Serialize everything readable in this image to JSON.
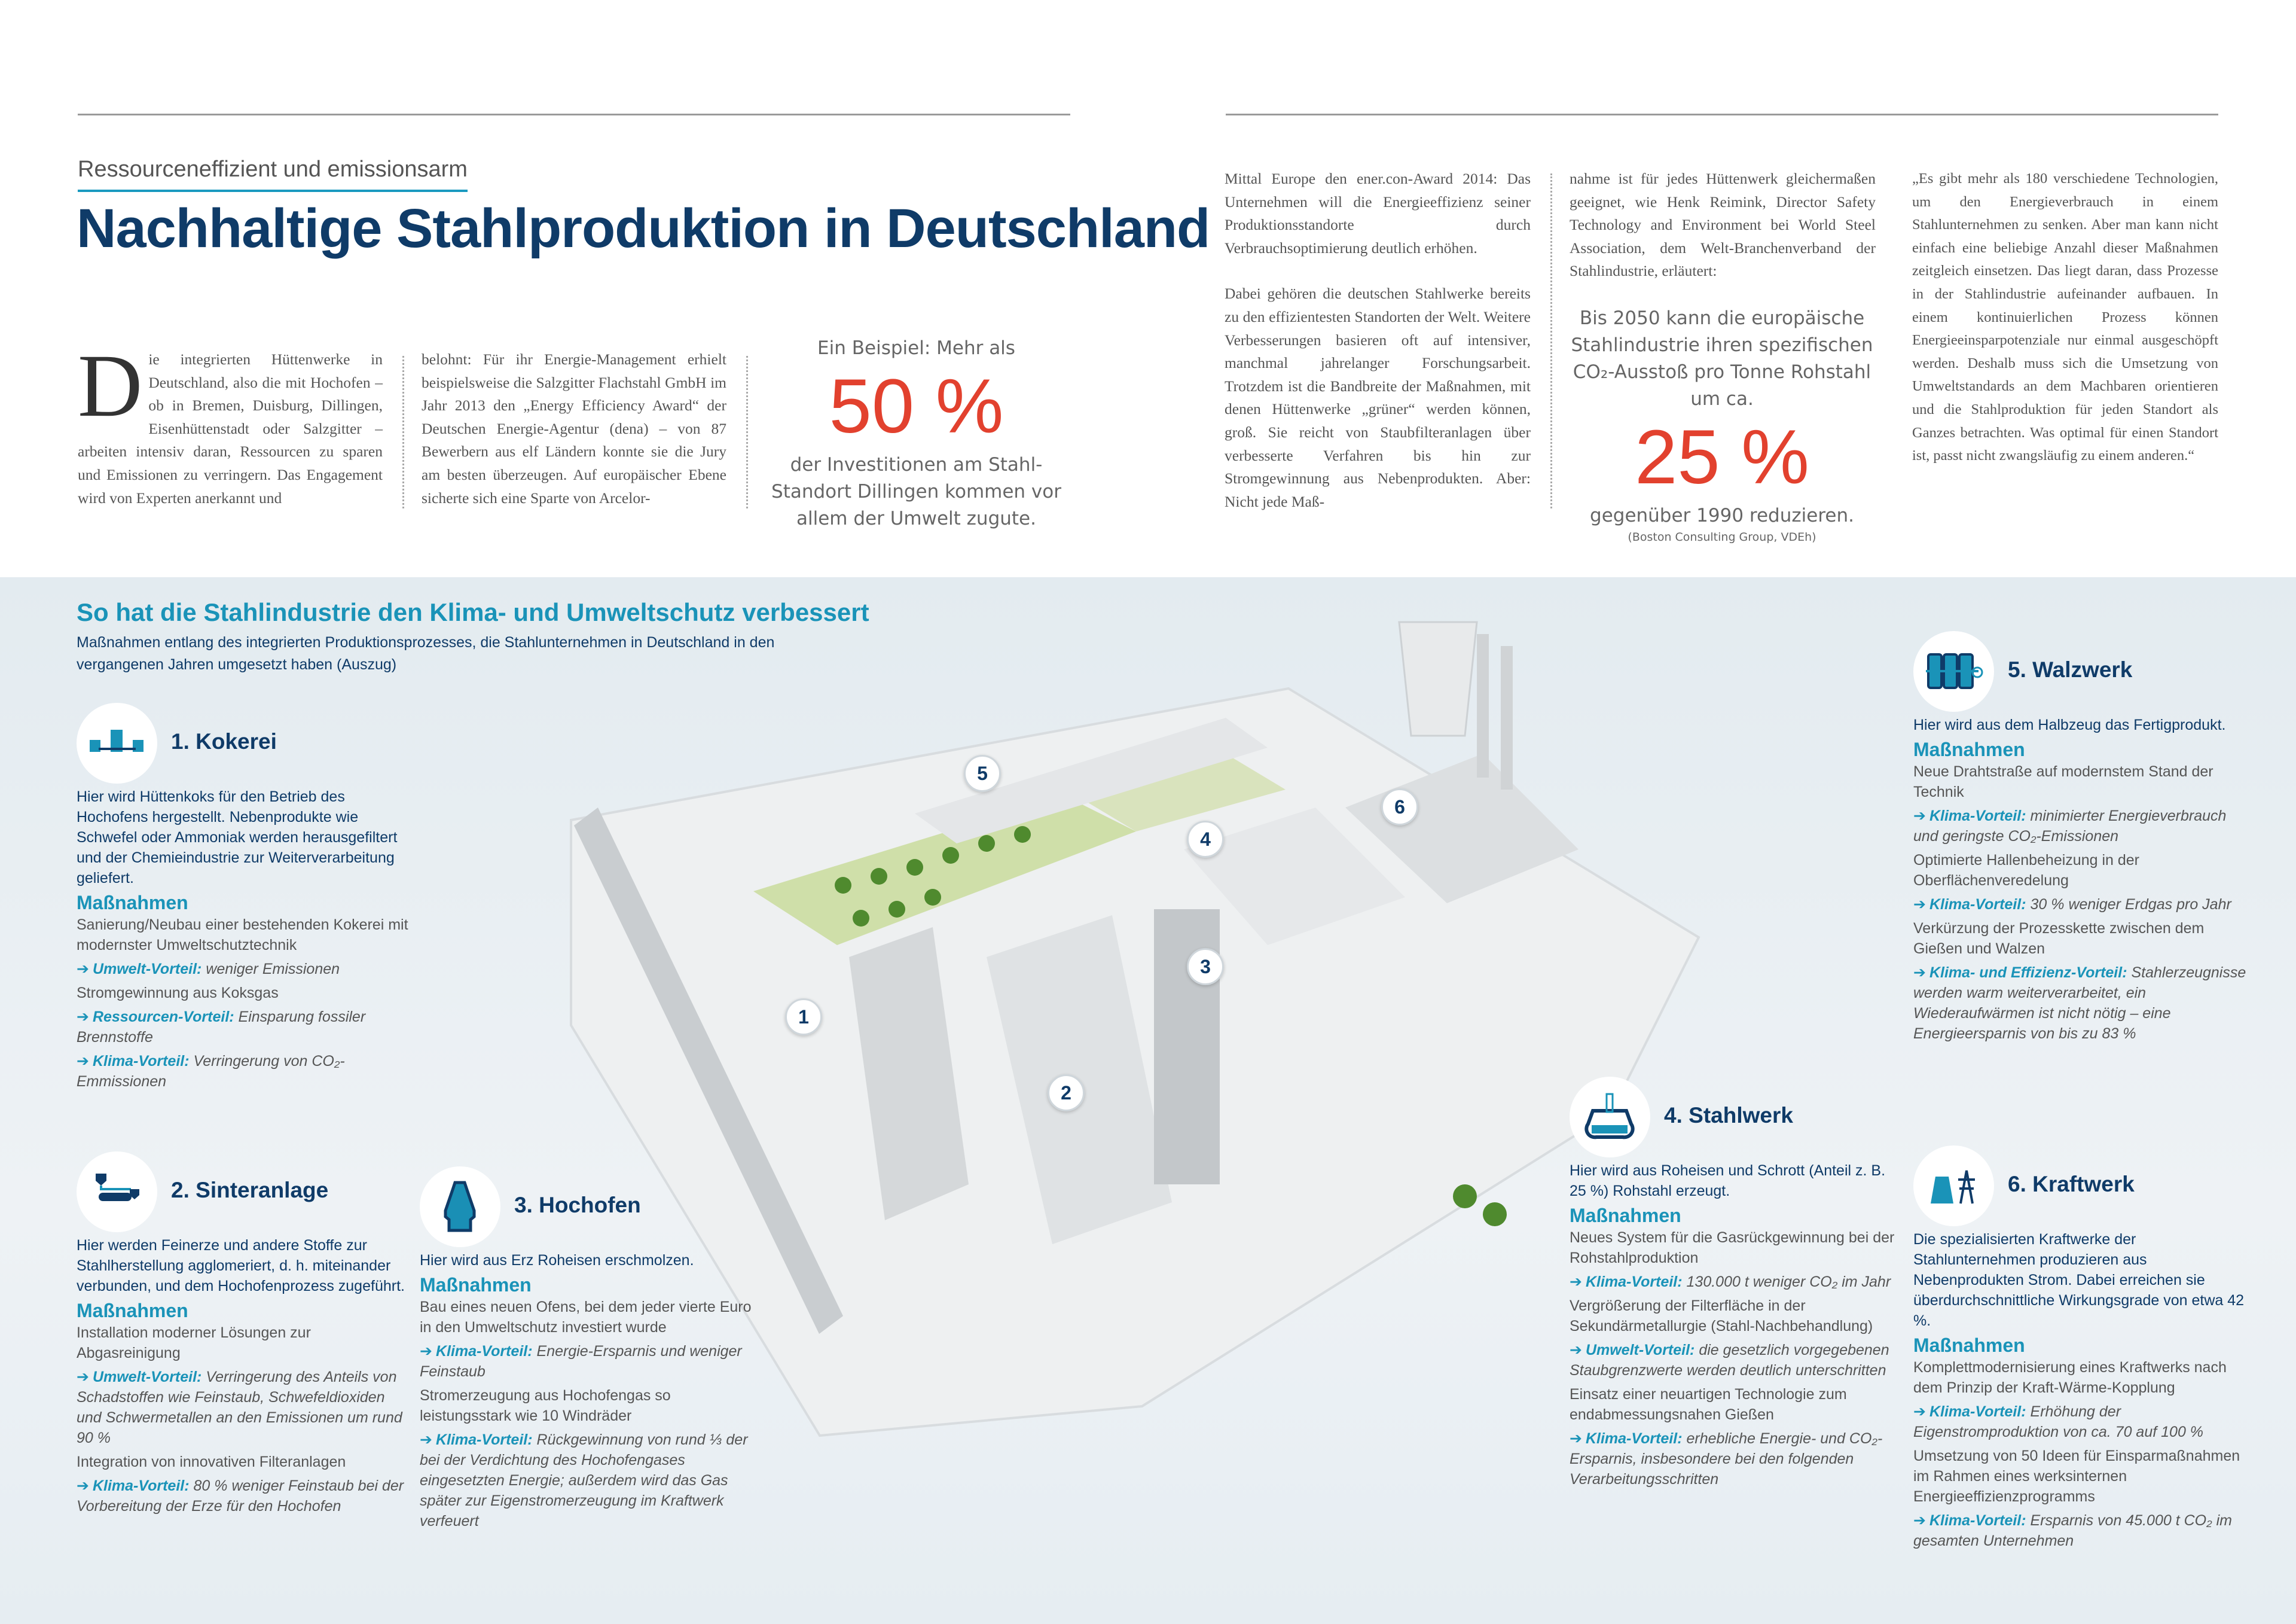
{
  "article": {
    "kicker": "Ressourceneffizient und emissionsarm",
    "title": "Nachhaltige Stahlproduktion in Deutschland",
    "dropcap": "D",
    "col1": "ie integrierten Hüttenwerke in Deutschland, also die mit Hochofen – ob in Bremen, Duisburg, Dillingen, Eisenhüttenstadt oder Salzgitter – arbeiten intensiv daran, Ressourcen zu sparen und Emissionen zu verringern. Das Engagement wird von Experten anerkannt und",
    "col2": "belohnt: Für ihr Energie-Management erhielt beispielsweise die Salzgitter Flachstahl GmbH im Jahr 2013 den „Energy Efficiency Award“ der Deutschen Energie-Agentur (dena) – von 87 Bewerbern aus elf Ländern konnte sie die Jury am besten überzeugen. Auf europäischer Ebene sicherte sich eine Sparte von Arcelor-",
    "col3a": "Mittal Europe den ener.con-Award 2014: Das Unternehmen will die Energieeffizienz seiner Produktionsstandorte durch Verbrauchsoptimierung deutlich erhöhen.",
    "col3b": "Dabei gehören die deutschen Stahlwerke bereits zu den effizientesten Standorten der Welt. Weitere Verbesserungen basieren oft auf intensiver, manchmal jahrelanger Forschungsarbeit. Trotzdem ist die Bandbreite der Maßnahmen, mit denen Hüttenwerke „grüner“ werden können, groß. Sie reicht von Staubfilteranlagen über verbesserte Verfahren bis hin zur Stromgewinnung aus Nebenprodukten. Aber: Nicht jede Maß-",
    "col4": "nahme ist für jedes Hüttenwerk gleichermaßen geeignet, wie Henk Reimink, Director Safety Technology and Environment bei World Steel Association, dem Welt-Branchenverband der Stahlindustrie, erläutert:",
    "col5": "„Es gibt mehr als 180 verschiedene Technologien, um den Energieverbrauch in einem Stahlunternehmen zu senken. Aber man kann nicht einfach eine beliebige Anzahl dieser Maßnahmen zeitgleich einsetzen. Das liegt daran, dass Prozesse in der Stahlindustrie aufeinander aufbauen. In einem kontinuierlichen Prozess können Energieeinsparpotenziale nur einmal ausgeschöpft werden. Deshalb muss sich die Umsetzung von Umweltstandards an dem Machbaren orientieren und die Stahlproduktion für jeden Standort als Ganzes betrachten. Was optimal für einen Standort ist, passt nicht zwangsläufig zu einem anderen.“",
    "callout1": {
      "pre": "Ein Beispiel: Mehr als",
      "value": "50 %",
      "post": "der Investitionen am Stahl-Standort Dillingen kommen vor allem der Umwelt zugute."
    },
    "callout2": {
      "pre": "Bis 2050 kann die europäische Stahlindustrie ihren spezifischen CO₂-Ausstoß pro Tonne Rohstahl um ca.",
      "value": "25 %",
      "post": "gegenüber 1990 reduzieren.",
      "source": "(Boston Consulting Group, VDEh)"
    }
  },
  "infographic": {
    "title": "So hat die Stahlindustrie den Klima- und Umweltschutz verbessert",
    "subtitle": "Maßnahmen entlang des integrierten Produktionsprozesses, die Stahlunternehmen in Deutschland in den vergangenen Jahren umgesetzt haben (Auszug)",
    "markers": [
      "1",
      "2",
      "3",
      "4",
      "5",
      "6"
    ],
    "measures_heading": "Maßnahmen",
    "sections": [
      {
        "id": "kokerei",
        "icon": "coke-oven-icon",
        "title": "1. Kokerei",
        "desc": "Hier wird Hüttenkoks für den Betrieb des Hochofens hergestellt. Nebenprodukte wie Schwefel oder Ammoniak werden herausgefiltert und der Chemieindustrie zur Weiterverarbeitung geliefert.",
        "items": [
          {
            "text": "Sanierung/Neubau einer bestehenden Kokerei mit modernster Umweltschutztechnik"
          },
          {
            "label": "Umwelt-Vorteil:",
            "text": "weniger Emissionen"
          },
          {
            "text": "Stromgewinnung aus Koksgas"
          },
          {
            "label": "Ressourcen-Vorteil:",
            "text": "Einsparung fossiler Brennstoffe"
          },
          {
            "label": "Klima-Vorteil:",
            "text": "Verringerung von CO₂-Emmissionen"
          }
        ]
      },
      {
        "id": "sinteranlage",
        "icon": "sinter-plant-icon",
        "title": "2. Sinteranlage",
        "desc": "Hier werden Feinerze und andere Stoffe zur Stahlherstellung agglomeriert, d. h. miteinander verbunden, und dem Hochofenprozess zugeführt.",
        "items": [
          {
            "text": "Installation moderner Lösungen zur Abgasreinigung"
          },
          {
            "label": "Umwelt-Vorteil:",
            "text": "Verringerung des Anteils von Schadstoffen wie Feinstaub, Schwefeldioxiden und Schwermetallen an den Emissionen um rund 90 %"
          },
          {
            "text": "Integration von innovativen Filteranlagen"
          },
          {
            "label": "Klima-Vorteil:",
            "text": "80 % weniger Feinstaub bei der Vorbereitung der Erze für den Hochofen"
          }
        ]
      },
      {
        "id": "hochofen",
        "icon": "blast-furnace-icon",
        "title": "3. Hochofen",
        "desc": "Hier wird aus Erz Roheisen erschmolzen.",
        "items": [
          {
            "text": "Bau eines neuen Ofens, bei dem jeder vierte Euro in den Umweltschutz investiert wurde"
          },
          {
            "label": "Klima-Vorteil:",
            "text": "Energie-Ersparnis und weniger Feinstaub"
          },
          {
            "text": "Stromerzeugung aus Hochofengas so leistungsstark wie 10 Windräder"
          },
          {
            "label": "Klima-Vorteil:",
            "text": "Rückgewinnung von rund ⅓ der bei der Verdichtung des Hochofengases eingesetzten Energie; außerdem wird das Gas später zur Eigenstromerzeugung im Kraftwerk verfeuert"
          }
        ]
      },
      {
        "id": "stahlwerk",
        "icon": "steel-converter-icon",
        "title": "4. Stahlwerk",
        "desc": "Hier wird aus Roheisen und Schrott (Anteil z. B. 25 %) Rohstahl erzeugt.",
        "items": [
          {
            "text": "Neues System für die Gasrückgewinnung bei der Rohstahlproduktion"
          },
          {
            "label": "Klima-Vorteil:",
            "text": "130.000 t weniger CO₂ im Jahr"
          },
          {
            "text": "Vergrößerung der Filterfläche in der Sekundärmetallurgie (Stahl-Nachbehandlung)"
          },
          {
            "label": "Umwelt-Vorteil:",
            "text": "die gesetzlich vorgegebenen Staubgrenzwerte werden deutlich unterschritten"
          },
          {
            "text": "Einsatz einer neuartigen Technologie zum endabmessungsnahen Gießen"
          },
          {
            "label": "Klima-Vorteil:",
            "text": "erhebliche Energie- und CO₂-Ersparnis, insbesondere bei den folgenden Verarbeitungsschritten"
          }
        ]
      },
      {
        "id": "walzwerk",
        "icon": "rolling-mill-icon",
        "title": "5. Walzwerk",
        "desc": "Hier wird aus dem Halbzeug das Fertigprodukt.",
        "items": [
          {
            "text": "Neue Drahtstraße auf modernstem Stand der Technik"
          },
          {
            "label": "Klima-Vorteil:",
            "text": "minimierter Energieverbrauch und geringste CO₂-Emissionen"
          },
          {
            "text": "Optimierte Hallenbeheizung in der Oberflächenveredelung"
          },
          {
            "label": "Klima-Vorteil:",
            "text": "30 % weniger Erdgas pro Jahr"
          },
          {
            "text": "Verkürzung der Prozesskette zwischen dem Gießen und Walzen"
          },
          {
            "label": "Klima- und Effizienz-Vorteil:",
            "text": "Stahlerzeugnisse werden warm weiterverarbeitet, ein Wiederaufwärmen ist nicht nötig – eine Energieersparnis von bis zu 83 %"
          }
        ]
      },
      {
        "id": "kraftwerk",
        "icon": "power-plant-icon",
        "title": "6. Kraftwerk",
        "desc": "Die spezialisierten Kraftwerke der Stahlunternehmen produzieren aus Nebenprodukten Strom. Dabei erreichen sie überdurchschnittliche Wirkungsgrade von etwa 42 %.",
        "items": [
          {
            "text": "Komplettmodernisierung eines Kraftwerks nach dem Prinzip der Kraft-Wärme-Kopplung"
          },
          {
            "label": "Klima-Vorteil:",
            "text": "Erhöhung der Eigenstromproduktion von ca. 70 auf 100 %"
          },
          {
            "text": "Umsetzung von 50 Ideen für Einsparmaßnahmen im Rahmen eines werksinternen Energieeffizienzprogramms"
          },
          {
            "label": "Klima-Vorteil:",
            "text": "Ersparnis von 45.000 t CO₂ im gesamten Unternehmen"
          }
        ]
      }
    ]
  },
  "colors": {
    "dark_blue": "#0f3b68",
    "teal": "#1a93b8",
    "red": "#e2412e"
  }
}
